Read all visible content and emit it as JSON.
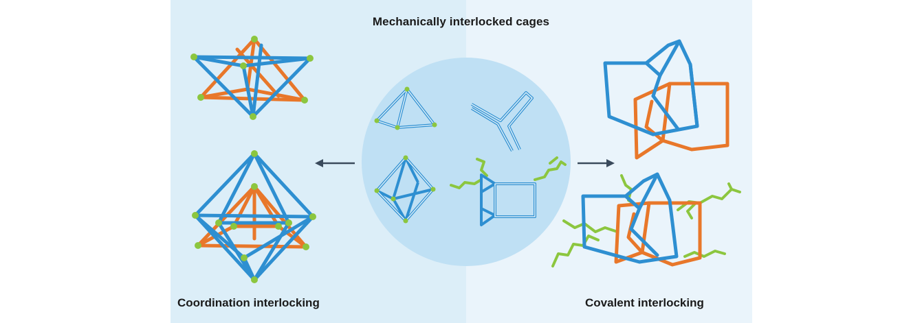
{
  "title": "Mechanically interlocked cages",
  "left_label": "Coordination interlocking",
  "right_label": "Covalent interlocking",
  "colors": {
    "left_panel_bg": "#dceef8",
    "right_panel_bg": "#eaf4fb",
    "center_circle": "#bfe0f4",
    "cage_blue": "#2e8fd1",
    "cage_orange": "#e8772a",
    "node_green": "#8cc63f",
    "arrow": "#3a4a5c"
  }
}
